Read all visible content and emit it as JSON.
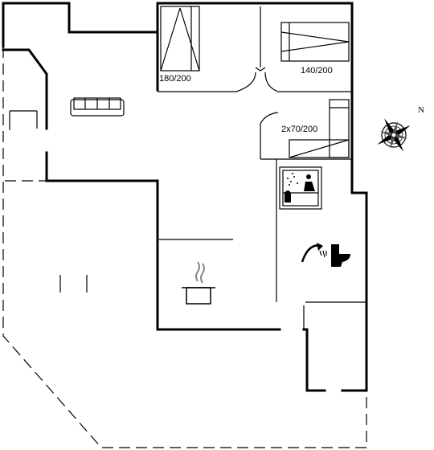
{
  "plan": {
    "beds": [
      {
        "id": "bed-double-180",
        "label": "180/200"
      },
      {
        "id": "bed-double-140",
        "label": "140/200"
      },
      {
        "id": "bed-twin-2x70",
        "label": "2x70/200"
      }
    ],
    "compass": {
      "north_label": "N",
      "icon": "compass-rose-icon"
    },
    "icons": [
      "sofa-icon",
      "sauna-icon",
      "shower-icon",
      "toilet-icon",
      "cooking-pot-icon"
    ],
    "colors": {
      "line": "#000000",
      "background": "#ffffff"
    }
  }
}
